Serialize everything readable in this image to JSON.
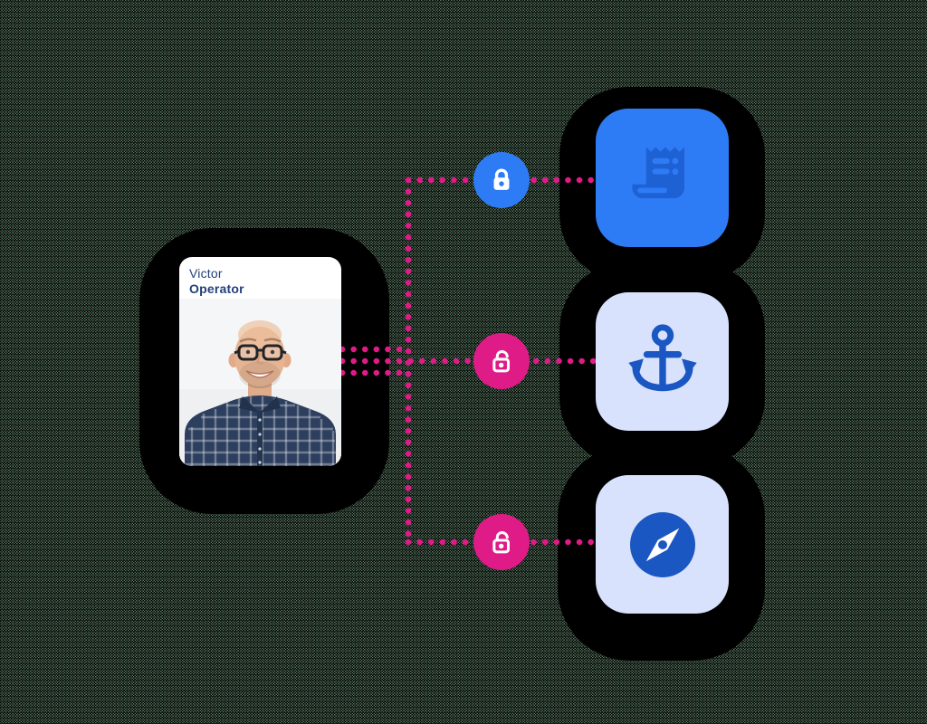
{
  "meta": {
    "description": "Access-control illustration: user profile card connected by dotted connectors through lock badges to three application tiles"
  },
  "card": {
    "first_name": "Victor",
    "last_name": "Operator",
    "photo": "smiling-bald-man-with-glasses-in-checkered-shirt"
  },
  "connectors": {
    "style": "dotted",
    "color": "#de1b87"
  },
  "locks": [
    {
      "state": "locked",
      "icon": "closed-padlock-icon",
      "circle_color": "#2e7bf6",
      "glyph_color": "#ffffff"
    },
    {
      "state": "unlocked",
      "icon": "open-padlock-icon",
      "circle_color": "#de1b87",
      "glyph_color": "#ffffff"
    },
    {
      "state": "unlocked",
      "icon": "open-padlock-icon",
      "circle_color": "#de1b87",
      "glyph_color": "#ffffff"
    }
  ],
  "tiles": [
    {
      "icon": "receipt-icon",
      "tile_color": "#2e7bf6",
      "icon_color": "#1e61d4"
    },
    {
      "icon": "anchor-icon",
      "tile_color": "#d9e2fc",
      "icon_color": "#1b57c2"
    },
    {
      "icon": "compass-icon",
      "tile_color": "#d9e2fc",
      "icon_color": "#1b57c2"
    }
  ],
  "palette": {
    "background_noise": "#5a7a62",
    "shadow_blob": "#000000",
    "card_background": "#ffffff",
    "card_text": "#24407a"
  }
}
